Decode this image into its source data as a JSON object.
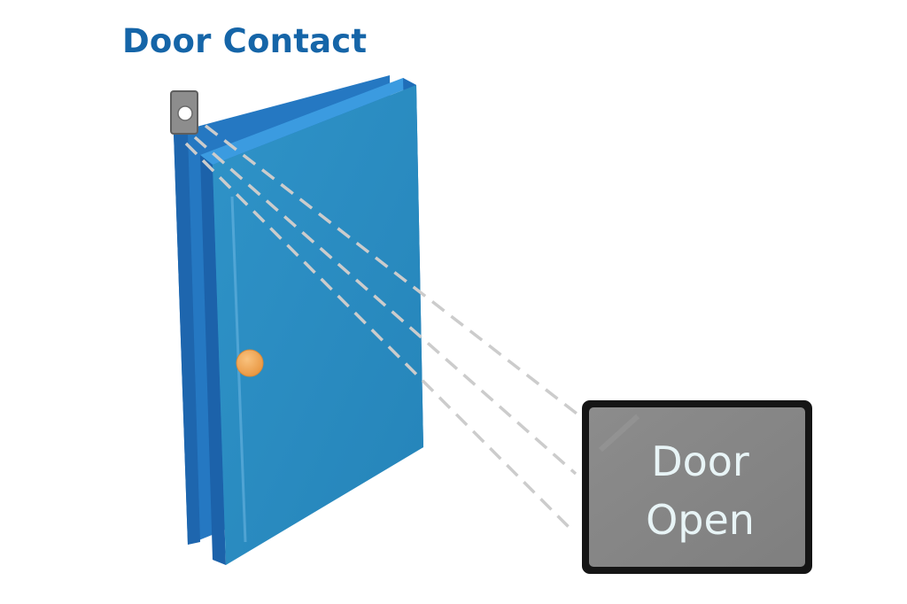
{
  "title": "Door Contact",
  "monitor": {
    "line1": "Door",
    "line2": "Open"
  },
  "colors": {
    "title": "#1565a8",
    "door_face": "#2a8bbf",
    "door_frame": "#2578c2",
    "door_edge": "#1f6db8",
    "knob": "#f2a65a",
    "sensor": "#888888",
    "signal_lines": "#cccccc",
    "monitor_bezel": "#111111",
    "monitor_screen": "#858585",
    "monitor_text": "#e8f4f6"
  }
}
